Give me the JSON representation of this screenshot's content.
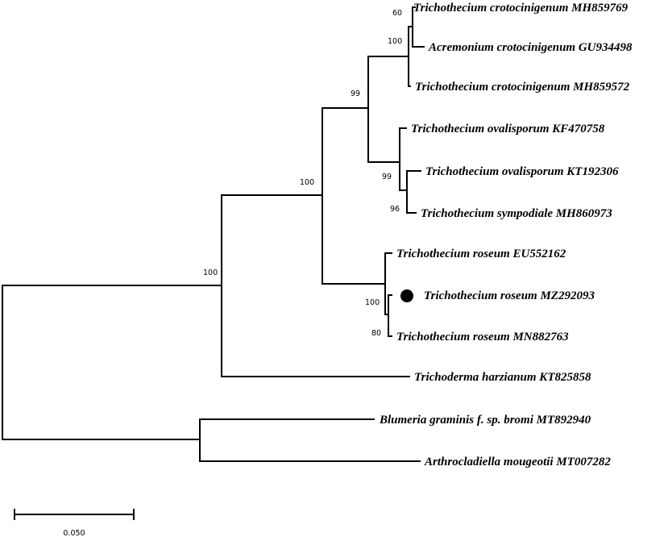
{
  "taxa": [
    {
      "id": "t1",
      "label": "Trichothecium crotocinigenum MH859769"
    },
    {
      "id": "t2",
      "label": "Acremonium crotocinigenum GU934498"
    },
    {
      "id": "t3",
      "label": "Trichothecium crotocinigenum MH859572"
    },
    {
      "id": "t4",
      "label": "Trichothecium ovalisporum KF470758"
    },
    {
      "id": "t5",
      "label": "Trichothecium ovalisporum KT192306"
    },
    {
      "id": "t6",
      "label": "Trichothecium sympodiale MH860973"
    },
    {
      "id": "t7",
      "label": "Trichothecium roseum EU552162"
    },
    {
      "id": "t8",
      "label": "Trichothecium roseum MZ292093",
      "highlighted": true
    },
    {
      "id": "t9",
      "label": "Trichothecium roseum MN882763"
    },
    {
      "id": "t10",
      "label": "Trichoderma harzianum KT825858"
    },
    {
      "id": "t11",
      "label": "Blumeria graminis f. sp. bromi MT892940"
    },
    {
      "id": "t12",
      "label": "Arthrocladiella mougeotii MT007282"
    }
  ],
  "bootstrap": {
    "n_t1_t2": "60",
    "n_t1_t3": "100",
    "n_cro_ova": "99",
    "n_t5_t6": "96",
    "n_ova": "99",
    "n_t8_t9": "80",
    "n_ros": "100",
    "n_tricho": "100",
    "n_ingroup": "100"
  },
  "scale_bar": {
    "label": "0.050"
  },
  "colors": {
    "line": "#000000",
    "marker": "#000000",
    "background": "#ffffff"
  }
}
